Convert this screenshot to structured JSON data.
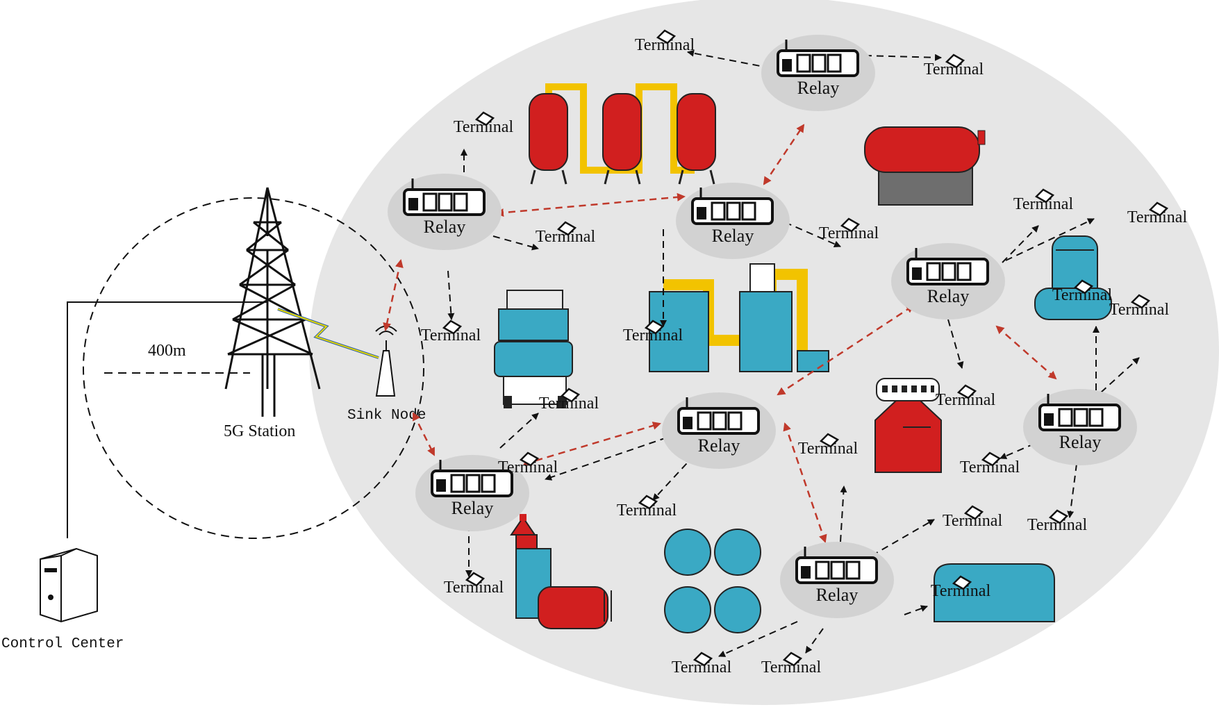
{
  "labels": {
    "control_center": "Control Center",
    "station": "5G Station",
    "sink": "Sink Node",
    "radius": "400m",
    "relay": "Relay",
    "terminal": "Terminal"
  },
  "colors": {
    "zone": "#e6e6e6",
    "relay_bubble": "#d2d2d2",
    "red_link": "#c0392b",
    "equipment_red": "#d11f1f",
    "equipment_blue": "#3aa9c4",
    "pipe_yellow": "#f2c300"
  },
  "icons": [
    "relay-router-icon",
    "terminal-sensor-icon",
    "tower-icon",
    "server-icon",
    "antenna-icon"
  ]
}
